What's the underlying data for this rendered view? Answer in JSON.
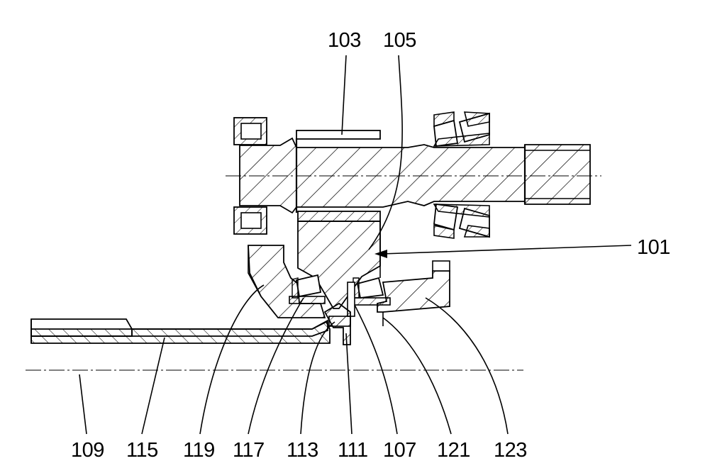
{
  "figure": {
    "labels": {
      "l101": "101",
      "l103": "103",
      "l105": "105",
      "l107": "107",
      "l109": "109",
      "l111": "111",
      "l113": "113",
      "l115": "115",
      "l117": "117",
      "l119": "119",
      "l121": "121",
      "l123": "123"
    }
  }
}
